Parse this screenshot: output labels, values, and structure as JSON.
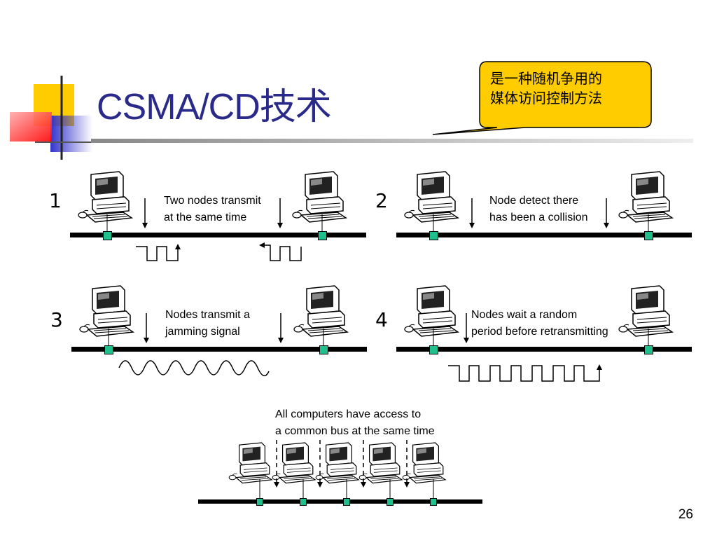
{
  "title": "CSMA/CD技术",
  "callout": {
    "line1": "是一种随机争用的",
    "line2": "媒体访问控制方法"
  },
  "panels": [
    {
      "number": "1",
      "line1": "Two nodes transmit",
      "line2": "at the same time"
    },
    {
      "number": "2",
      "line1": "Node detect there",
      "line2": "has been a collision"
    },
    {
      "number": "3",
      "line1": "Nodes transmit a",
      "line2": "jamming signal"
    },
    {
      "number": "4",
      "line1": "Nodes wait a random",
      "line2": "period before retransmitting"
    }
  ],
  "bottom": {
    "line1": "All computers have access to",
    "line2": "a common bus at the same time"
  },
  "page_number": "26",
  "colors": {
    "title": "#2a2a8a",
    "callout_fill": "#ffcc00",
    "node": "#1fbf8e",
    "deco_yellow": "#ffcc00",
    "deco_blue": "#3333cc",
    "deco_red": "#ff3333"
  }
}
